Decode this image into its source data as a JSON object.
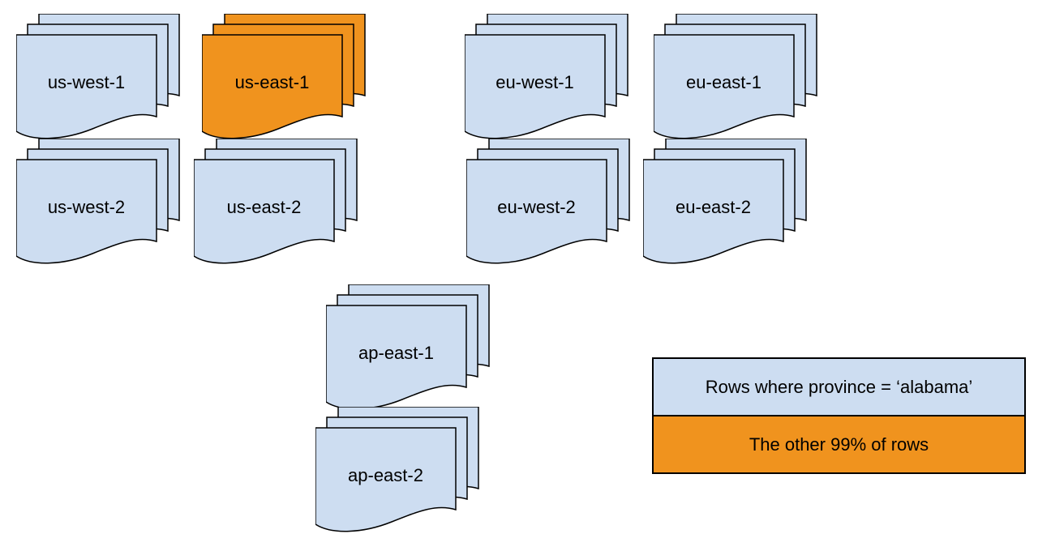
{
  "diagram": {
    "regions": [
      {
        "label": "us-west-1",
        "highlighted": false
      },
      {
        "label": "us-east-1",
        "highlighted": true
      },
      {
        "label": "eu-west-1",
        "highlighted": false
      },
      {
        "label": "eu-east-1",
        "highlighted": false
      },
      {
        "label": "us-west-2",
        "highlighted": false
      },
      {
        "label": "us-east-2",
        "highlighted": false
      },
      {
        "label": "eu-west-2",
        "highlighted": false
      },
      {
        "label": "eu-east-2",
        "highlighted": false
      },
      {
        "label": "ap-east-1",
        "highlighted": false
      },
      {
        "label": "ap-east-2",
        "highlighted": false
      }
    ],
    "legend": {
      "items": [
        {
          "label": "Rows where province = ‘alabama’",
          "color": "#cdddf1"
        },
        {
          "label": "The other 99% of rows",
          "color": "#f0931e"
        }
      ]
    },
    "colors": {
      "region_fill": "#cdddf1",
      "highlight_fill": "#f0931e",
      "outline": "#000000"
    }
  }
}
